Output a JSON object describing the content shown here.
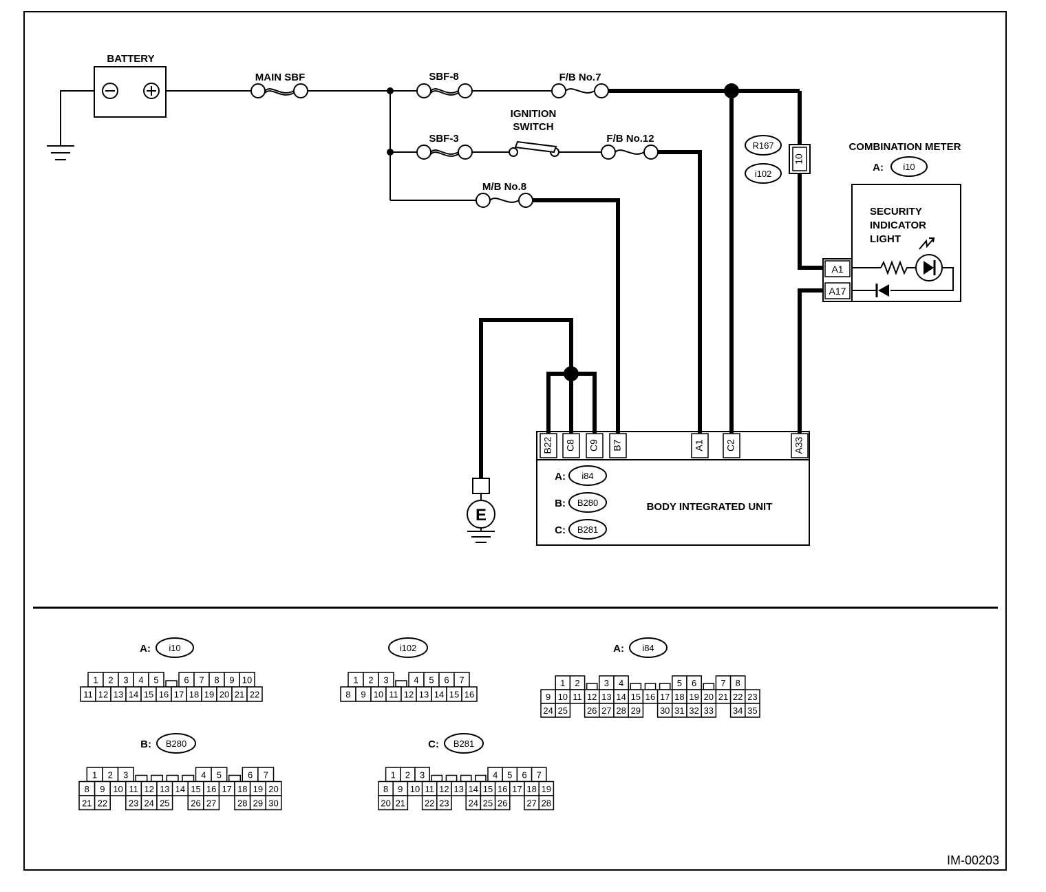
{
  "labels": {
    "battery": "BATTERY",
    "main_sbf": "MAIN SBF",
    "sbf8": "SBF-8",
    "fb7": "F/B No.7",
    "ignition1": "IGNITION",
    "ignition2": "SWITCH",
    "sbf3": "SBF-3",
    "fb12": "F/B No.12",
    "mb8": "M/B No.8",
    "r167": "R167",
    "i102": "i102",
    "pin10": "10",
    "combination_meter": "COMBINATION METER",
    "meter_conn_prefix": "A:",
    "meter_conn": "i10",
    "security1": "SECURITY",
    "security2": "INDICATOR",
    "security3": "LIGHT",
    "pin_a1_meter": "A1",
    "pin_a17_meter": "A17",
    "ground_e": "E",
    "body_integrated_unit": "BODY INTEGRATED UNIT",
    "biu_conn_a_prefix": "A:",
    "biu_conn_a": "i84",
    "biu_conn_b_prefix": "B:",
    "biu_conn_b": "B280",
    "biu_conn_c_prefix": "C:",
    "biu_conn_c": "B281",
    "diagram_id": "IM-00203"
  },
  "biu_pins": [
    "B22",
    "C8",
    "C9",
    "B7",
    "A1",
    "C2",
    "A33"
  ],
  "connectors": [
    {
      "prefix": "A:",
      "id": "i10",
      "rows": [
        [
          "1",
          "2",
          "3",
          "4",
          "5",
          "",
          "6",
          "7",
          "8",
          "9",
          "10"
        ],
        [
          "11",
          "12",
          "13",
          "14",
          "15",
          "16",
          "17",
          "18",
          "19",
          "20",
          "21",
          "22"
        ]
      ]
    },
    {
      "prefix": "",
      "id": "i102",
      "rows": [
        [
          "1",
          "2",
          "3",
          "",
          "4",
          "5",
          "6",
          "7"
        ],
        [
          "8",
          "9",
          "10",
          "11",
          "12",
          "13",
          "14",
          "15",
          "16"
        ]
      ]
    },
    {
      "prefix": "A:",
      "id": "i84",
      "rows": [
        [
          "1",
          "2",
          "",
          "3",
          "4",
          "",
          "",
          "",
          "5",
          "6",
          "",
          "7",
          "8"
        ],
        [
          "9",
          "10",
          "11",
          "12",
          "13",
          "14",
          "15",
          "16",
          "17",
          "18",
          "19",
          "20",
          "21",
          "22",
          "23"
        ],
        [
          "24",
          "25",
          "",
          "26",
          "27",
          "28",
          "29",
          "",
          "30",
          "31",
          "32",
          "33",
          "",
          "34",
          "35"
        ]
      ]
    },
    {
      "prefix": "B:",
      "id": "B280",
      "rows": [
        [
          "1",
          "2",
          "3",
          "",
          "",
          "",
          "",
          "4",
          "5",
          "",
          "6",
          "7"
        ],
        [
          "8",
          "9",
          "10",
          "11",
          "12",
          "13",
          "14",
          "15",
          "16",
          "17",
          "18",
          "19",
          "20"
        ],
        [
          "21",
          "22",
          "",
          "23",
          "24",
          "25",
          "",
          "26",
          "27",
          "",
          "28",
          "29",
          "30"
        ]
      ]
    },
    {
      "prefix": "C:",
      "id": "B281",
      "rows": [
        [
          "1",
          "2",
          "3",
          "",
          "",
          "",
          "",
          "4",
          "5",
          "6",
          "7"
        ],
        [
          "8",
          "9",
          "10",
          "11",
          "12",
          "13",
          "14",
          "15",
          "16",
          "17",
          "18",
          "19"
        ],
        [
          "20",
          "21",
          "",
          "22",
          "23",
          "",
          "24",
          "25",
          "26",
          "",
          "27",
          "28"
        ]
      ]
    }
  ]
}
